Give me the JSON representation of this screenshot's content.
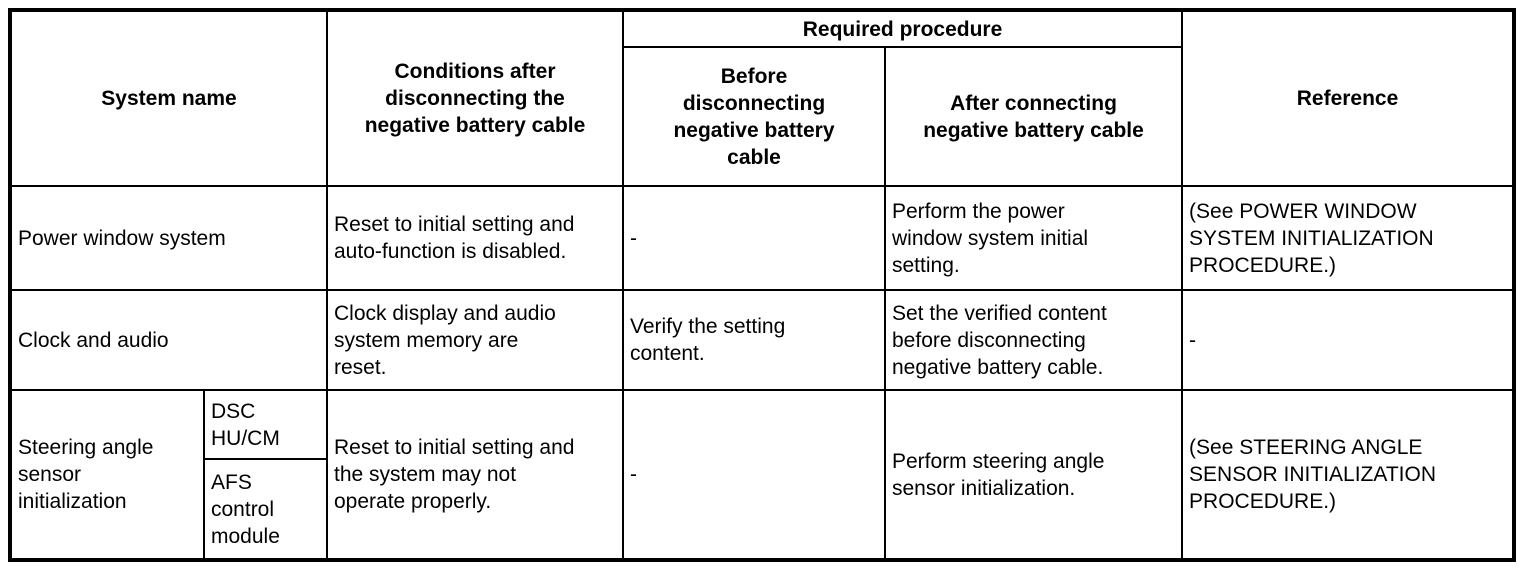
{
  "table": {
    "header": {
      "system_name": "System name",
      "conditions": "Conditions after\ndisconnecting the\nnegative battery cable",
      "required_procedure": "Required procedure",
      "before": "Before\ndisconnecting\nnegative battery\ncable",
      "after": "After connecting\nnegative battery cable",
      "reference": "Reference"
    },
    "rows": [
      {
        "system": "Power window system",
        "conditions": "Reset to initial setting and\nauto-function is disabled.",
        "before": "-",
        "after": "Perform the power\nwindow system initial\nsetting.",
        "reference": "(See POWER WINDOW\nSYSTEM INITIALIZATION\nPROCEDURE.)"
      },
      {
        "system": "Clock and audio",
        "conditions": "Clock display and audio\nsystem memory are\nreset.",
        "before": "Verify the setting\ncontent.",
        "after": "Set the verified content\nbefore disconnecting\nnegative battery cable.",
        "reference": "-"
      },
      {
        "system": "Steering angle\nsensor\ninitialization",
        "sub_systems": [
          "DSC\nHU/CM",
          "AFS\ncontrol\nmodule"
        ],
        "conditions": "Reset to initial setting and\nthe system may not\noperate properly.",
        "before": "-",
        "after": "Perform steering angle\nsensor initialization.",
        "reference": "(See STEERING ANGLE\nSENSOR INITIALIZATION\nPROCEDURE.)"
      }
    ]
  }
}
